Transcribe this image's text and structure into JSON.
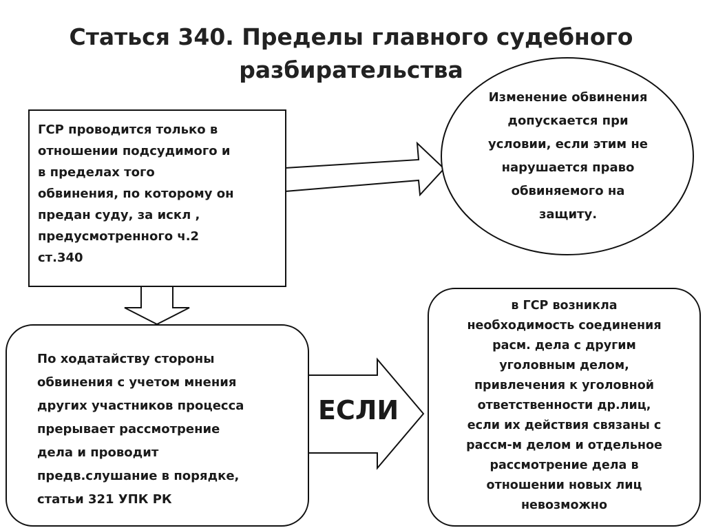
{
  "title": {
    "line1": "Статься 340. Пределы главного судебного",
    "line2": "разбирательства"
  },
  "box_scope": {
    "lines": [
      "ГСР проводится только  в",
      "отношении подсудимого и",
      "в пределах того",
      "обвинения, по которому он",
      "предан суду, за искл ,",
      "предусмотренного ч.2",
      "ст.340"
    ]
  },
  "ellipse_change": {
    "lines": [
      "Изменение обвинения",
      "допускается при",
      "условии, если этим не",
      "нарушается право",
      "обвиняемого на",
      "защиту."
    ]
  },
  "box_motion": {
    "lines": [
      "По ходатайству стороны",
      "обвинения с учетом мнения",
      "других участников процесса",
      "прерывает рассмотрение",
      "дела и проводит",
      "предв.слушание в порядке,",
      "статьи 321 УПК РК"
    ]
  },
  "arrow_if": {
    "label": "ЕСЛИ"
  },
  "box_condition": {
    "lines": [
      "в ГСР возникла",
      "необходимость соединения",
      "расм. дела с другим",
      "уголовным делом,",
      "привлечения к уголовной",
      "ответственности др.лиц,",
      "если их действия связаны с",
      "рассм-м делом и отдельное",
      "рассмотрение дела в",
      "отношении новых лиц",
      "невозможно"
    ]
  }
}
